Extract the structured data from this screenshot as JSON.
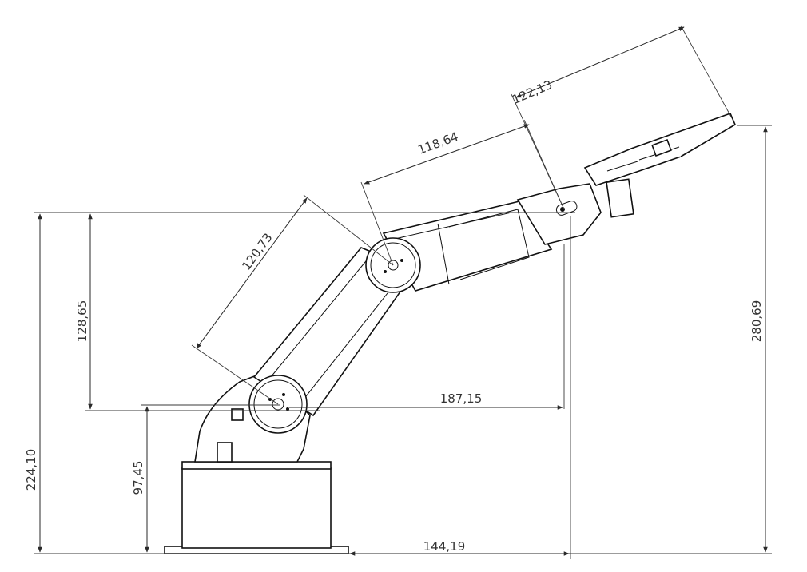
{
  "dimensions": {
    "height_total": "224,10",
    "height_shoulder_to_elbow": "128,65",
    "height_base": "97,45",
    "upper_arm_length": "120,73",
    "forearm_length": "118,64",
    "wrist_length": "122,13",
    "reach_horizontal": "187,15",
    "reach_ground": "144,19",
    "height_tool": "280,69"
  },
  "colors": {
    "line": "#111111",
    "dimension": "#2a2a2a",
    "background": "#ffffff"
  }
}
